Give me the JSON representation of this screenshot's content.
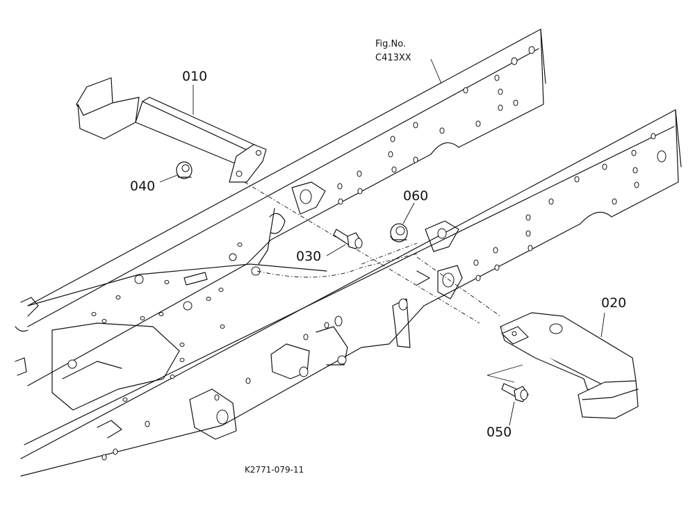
{
  "figure": {
    "fig_no_line1": "Fig.No.",
    "fig_no_line2": "C413XX",
    "drawing_code": "K2771-079-11"
  },
  "parts": [
    {
      "id": "p010",
      "label": "010"
    },
    {
      "id": "p020",
      "label": "020"
    },
    {
      "id": "p030",
      "label": "030"
    },
    {
      "id": "p040",
      "label": "040"
    },
    {
      "id": "p050",
      "label": "050"
    },
    {
      "id": "p060",
      "label": "060"
    }
  ]
}
